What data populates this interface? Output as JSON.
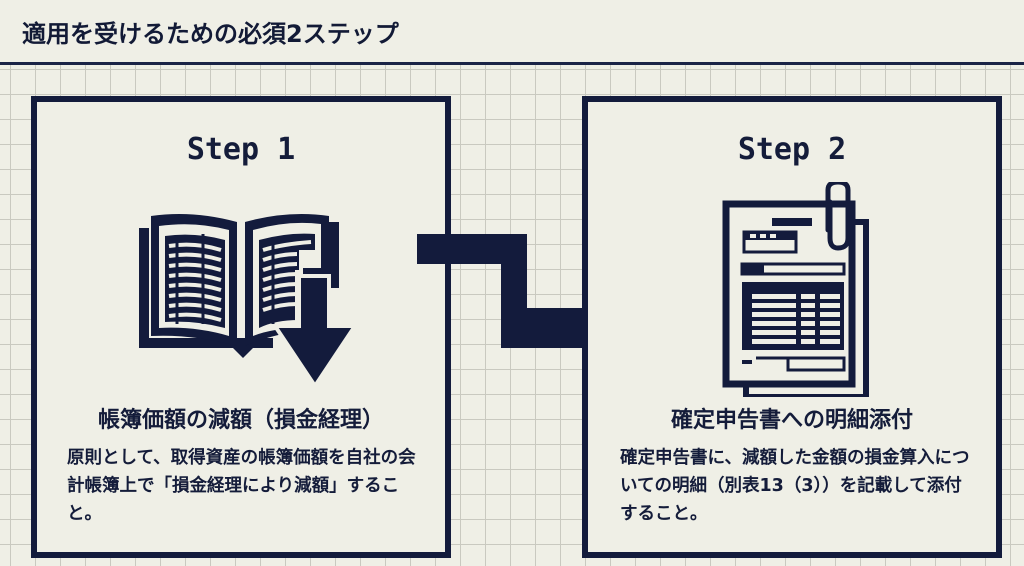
{
  "header": {
    "title": "適用を受けるための必須2ステップ"
  },
  "steps": [
    {
      "label": "Step 1",
      "icon": "ledger-book-down-arrow-icon",
      "heading": "帳簿価額の減額（損金経理）",
      "body": "原則として、取得資産の帳簿価額を自社の会計帳簿上で「損金経理により減額」すること。"
    },
    {
      "label": "Step 2",
      "icon": "tax-return-document-paperclip-icon",
      "heading": "確定申告書への明細添付",
      "body": "確定申告書に、減額した金額の損金算入についての明細（別表13（3））を記載して添付すること。"
    }
  ],
  "connector": {
    "icon": "step-arrow-icon"
  },
  "colors": {
    "primary": "#141c3a",
    "background": "#efefe6",
    "grid": "#c9c9c0"
  }
}
